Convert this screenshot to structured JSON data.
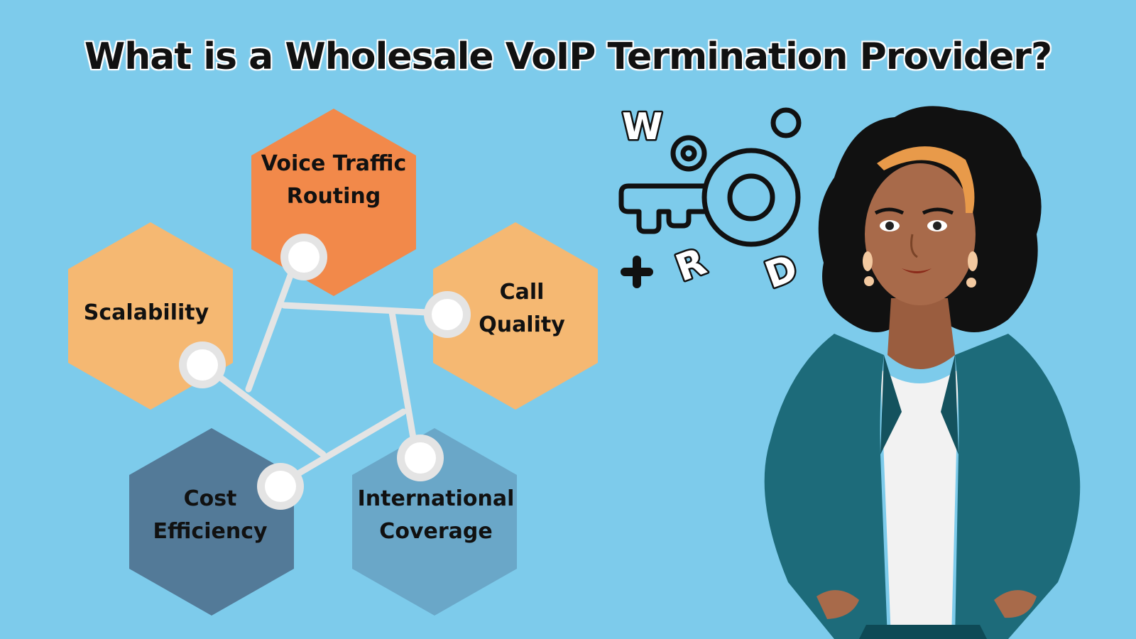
{
  "title": "What is a Wholesale VoIP Termination Provider?",
  "hexagons": [
    {
      "id": "voice",
      "lines": [
        "Voice Traffic",
        "Routing"
      ],
      "color": "#f2894a"
    },
    {
      "id": "scalability",
      "lines": [
        "Scalability"
      ],
      "color": "#f5b872"
    },
    {
      "id": "quality",
      "lines": [
        "Call",
        "Quality"
      ],
      "color": "#f5b872"
    },
    {
      "id": "cost",
      "lines": [
        "Cost",
        "Efficiency"
      ],
      "color": "#537a98"
    },
    {
      "id": "international",
      "lines": [
        "International",
        "Coverage"
      ],
      "color": "#6aa7c8"
    }
  ],
  "key_graphic": {
    "letters": [
      "W",
      "O",
      "R",
      "D"
    ],
    "icons": [
      "key-icon",
      "plus-icon",
      "circle-icon"
    ]
  },
  "colors": {
    "background": "#7dcbeb",
    "connector": "#e6e6e6",
    "jacket": "#1d6b7a",
    "skin": "#a86a4a",
    "hair": "#111111"
  }
}
